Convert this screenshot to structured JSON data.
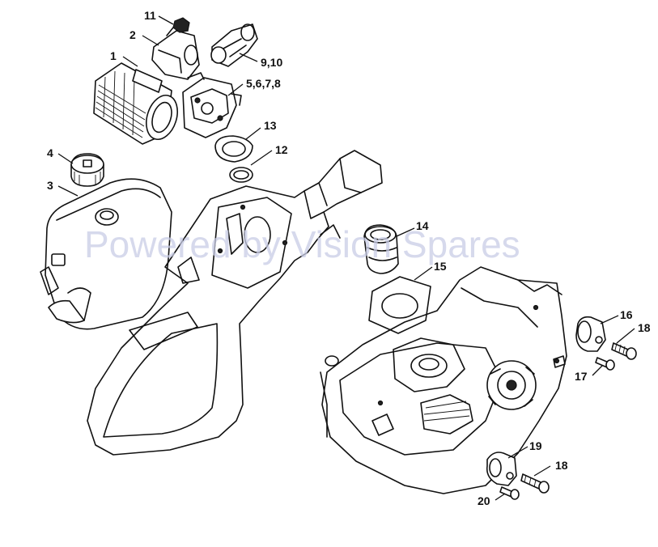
{
  "watermark": "Powered by Vision Spares",
  "callouts": [
    {
      "id": "c11",
      "label": "11"
    },
    {
      "id": "c2",
      "label": "2"
    },
    {
      "id": "c1",
      "label": "1"
    },
    {
      "id": "c910",
      "label": "9,10"
    },
    {
      "id": "c5678",
      "label": "5,6,7,8"
    },
    {
      "id": "c13",
      "label": "13"
    },
    {
      "id": "c12",
      "label": "12"
    },
    {
      "id": "c4",
      "label": "4"
    },
    {
      "id": "c3",
      "label": "3"
    },
    {
      "id": "c14",
      "label": "14"
    },
    {
      "id": "c15",
      "label": "15"
    },
    {
      "id": "c16",
      "label": "16"
    },
    {
      "id": "c18a",
      "label": "18"
    },
    {
      "id": "c17",
      "label": "17"
    },
    {
      "id": "c19",
      "label": "19"
    },
    {
      "id": "c18b",
      "label": "18"
    },
    {
      "id": "c20",
      "label": "20"
    }
  ]
}
